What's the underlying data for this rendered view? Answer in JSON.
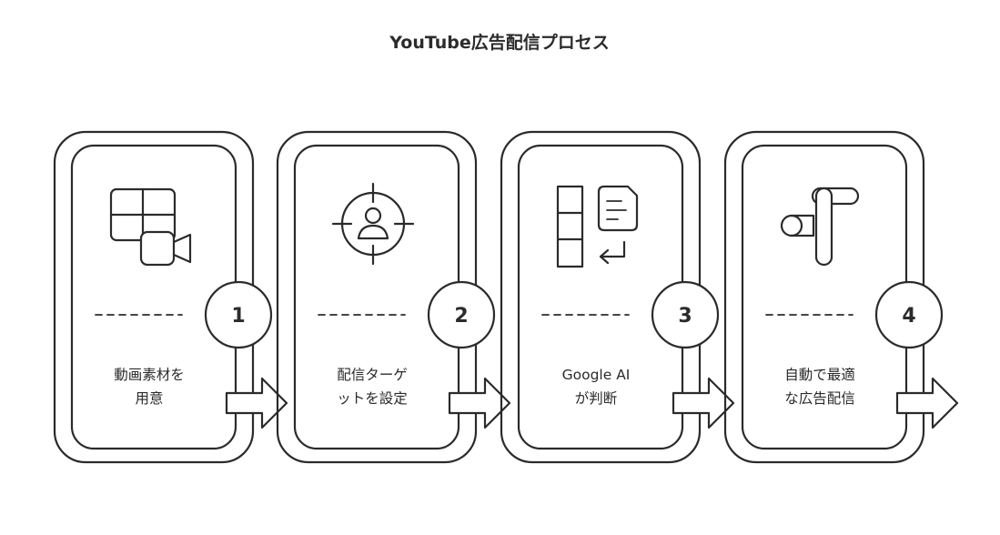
{
  "title": "YouTube広告配信プロセス",
  "steps": [
    {
      "number": "1",
      "label_lines": [
        "動画素材を",
        "用意"
      ],
      "icon": "video-grid-camera-icon"
    },
    {
      "number": "2",
      "label_lines": [
        "配信ターゲ",
        "ットを設定"
      ],
      "icon": "target-person-icon"
    },
    {
      "number": "3",
      "label_lines": [
        "Google AI",
        "が判断"
      ],
      "icon": "ai-decision-document-icon"
    },
    {
      "number": "4",
      "label_lines": [
        "自動で最適",
        "な広告配信"
      ],
      "icon": "google-ads-logo-icon"
    }
  ],
  "colors": {
    "stroke": "#2b2b2b",
    "background": "#ffffff"
  }
}
